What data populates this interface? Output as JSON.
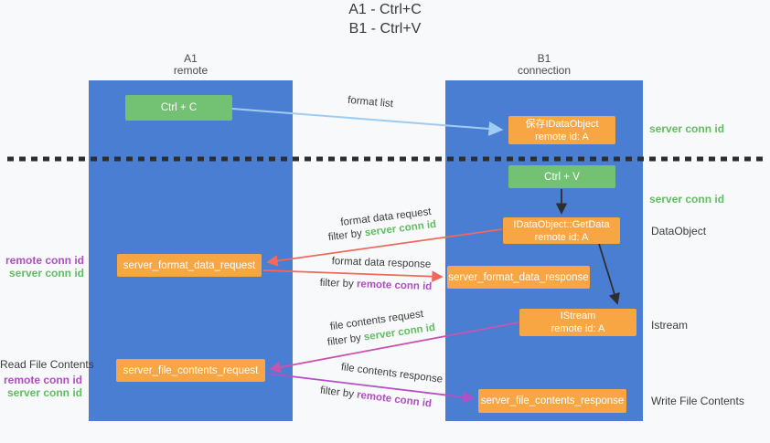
{
  "title": {
    "line1": "A1 - Ctrl+C",
    "line2": "B1 - Ctrl+V"
  },
  "lifelines": {
    "a1": {
      "name": "A1",
      "role": "remote"
    },
    "b1": {
      "name": "B1",
      "role": "connection"
    }
  },
  "nodes": {
    "ctrl_c": {
      "label": "Ctrl + C"
    },
    "save_idataobject": {
      "line1": "保存IDataObject",
      "line2": "remote id: A"
    },
    "ctrl_v": {
      "label": "Ctrl + V"
    },
    "getdata": {
      "line1": "IDataObject::GetData",
      "line2": "remote id: A"
    },
    "server_format_data_request": {
      "label": "server_format_data_request"
    },
    "server_format_data_response": {
      "label": "server_format_data_response"
    },
    "istream": {
      "line1": "IStream",
      "line2": "remote id: A"
    },
    "server_file_contents_request": {
      "label": "server_file_contents_request"
    },
    "server_file_contents_response": {
      "label": "server_file_contents_response"
    }
  },
  "annotations": {
    "right": {
      "server_conn_id_top": "server conn id",
      "server_conn_id_mid": "server conn id",
      "dataobject": "DataObject",
      "istream": "Istream",
      "write_file_contents": "Write File Contents"
    },
    "left": {
      "format_remote_conn_id": "remote conn id",
      "format_server_conn_id": "server conn id",
      "read_file_contents": "Read File Contents",
      "file_remote_conn_id": "remote conn id",
      "file_server_conn_id": "server conn id"
    }
  },
  "arrows": {
    "format_list": {
      "label": "format list"
    },
    "format_data_request": {
      "label": "format data request",
      "filter_prefix": "filter by",
      "filter_key": "server conn id"
    },
    "format_data_response": {
      "label": "format data response",
      "filter_prefix": "filter by",
      "filter_key": "remote conn id"
    },
    "file_contents_request": {
      "label": "file contents request",
      "filter_prefix": "filter by",
      "filter_key": "server conn id"
    },
    "file_contents_response": {
      "label": "file contents response",
      "filter_prefix": "filter by",
      "filter_key": "remote conn id"
    }
  },
  "colors": {
    "column_blue": "#4a7ed3",
    "box_green": "#73c173",
    "box_orange": "#f7a643",
    "arrow_lightblue": "#9fcdf2",
    "arrow_salmon": "#f0695a",
    "arrow_magenta": "#cb53b0",
    "arrow_purple": "#b44fc6",
    "arrow_black": "#2f2f2f",
    "text_green": "#62bd62",
    "text_purple": "#b14dc2",
    "divider_black": "#2d2d2d"
  }
}
